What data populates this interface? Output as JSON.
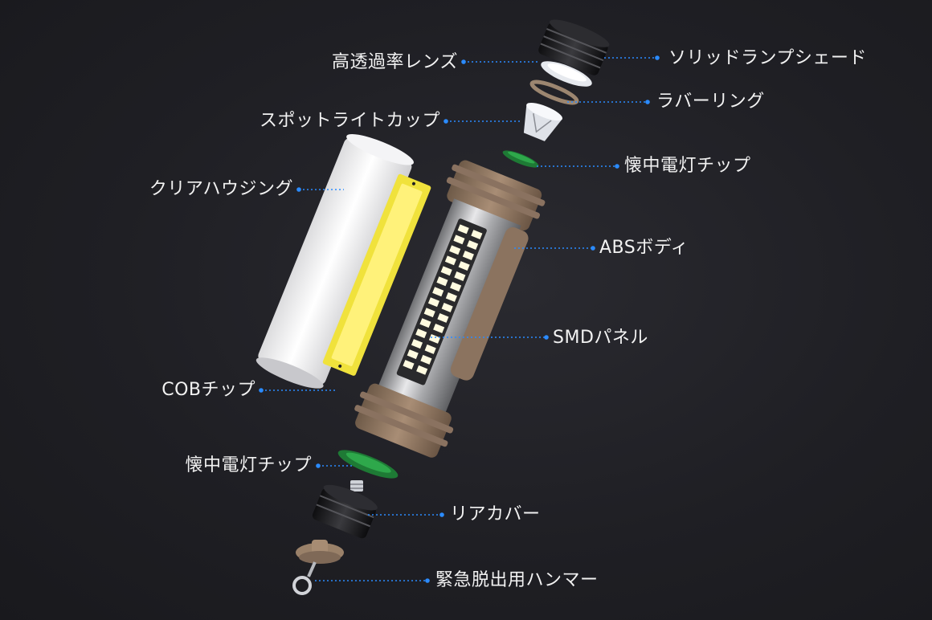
{
  "accent_color": "#2b8bff",
  "labels": {
    "lens": "高透過率レンズ",
    "lampshade": "ソリッドランプシェード",
    "rubber_ring": "ラバーリング",
    "spotlight_cup": "スポットライトカップ",
    "chip_top": "懐中電灯チップ",
    "clear_housing": "クリアハウジング",
    "abs_body": "ABSボディ",
    "smd_panel": "SMDパネル",
    "cob_chip": "COBチップ",
    "chip_bottom": "懐中電灯チップ",
    "rear_cover": "リアカバー",
    "hammer": "緊急脱出用ハンマー"
  }
}
